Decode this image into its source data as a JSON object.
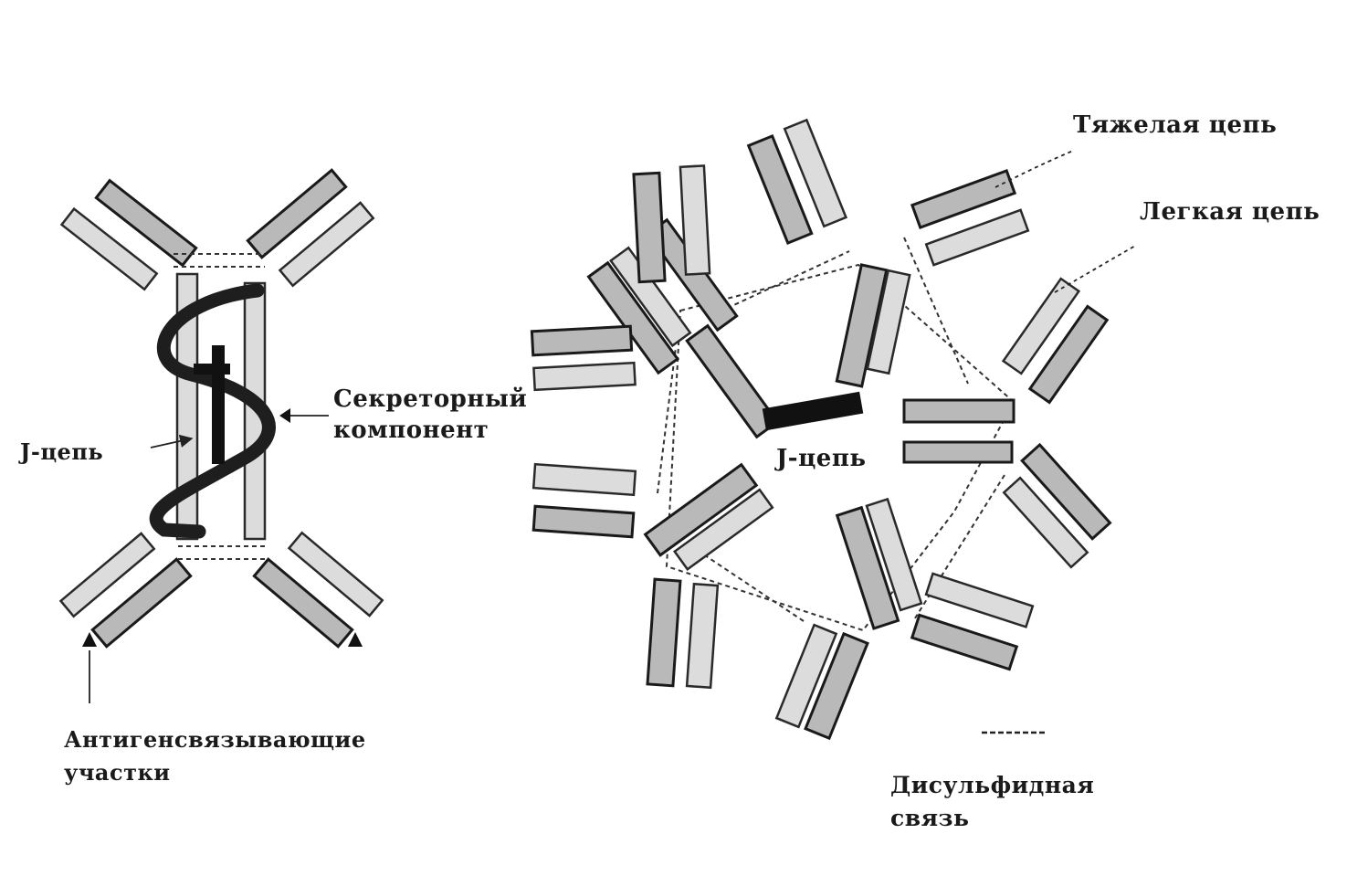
{
  "labels": {
    "heavy_chain": "Тяжелая цепь",
    "light_chain": "Легкая цепь",
    "secretory_component_line1": "Секреторный",
    "secretory_component_line2": "компонент",
    "j_chain_left": "J-цепь",
    "j_chain_center": "J-цепь",
    "antigen_binding_line1": "Антигенсвязывающие",
    "antigen_binding_line2": "участки",
    "disulfide_line1": "Дисульфидная",
    "disulfide_line2": "связь"
  }
}
